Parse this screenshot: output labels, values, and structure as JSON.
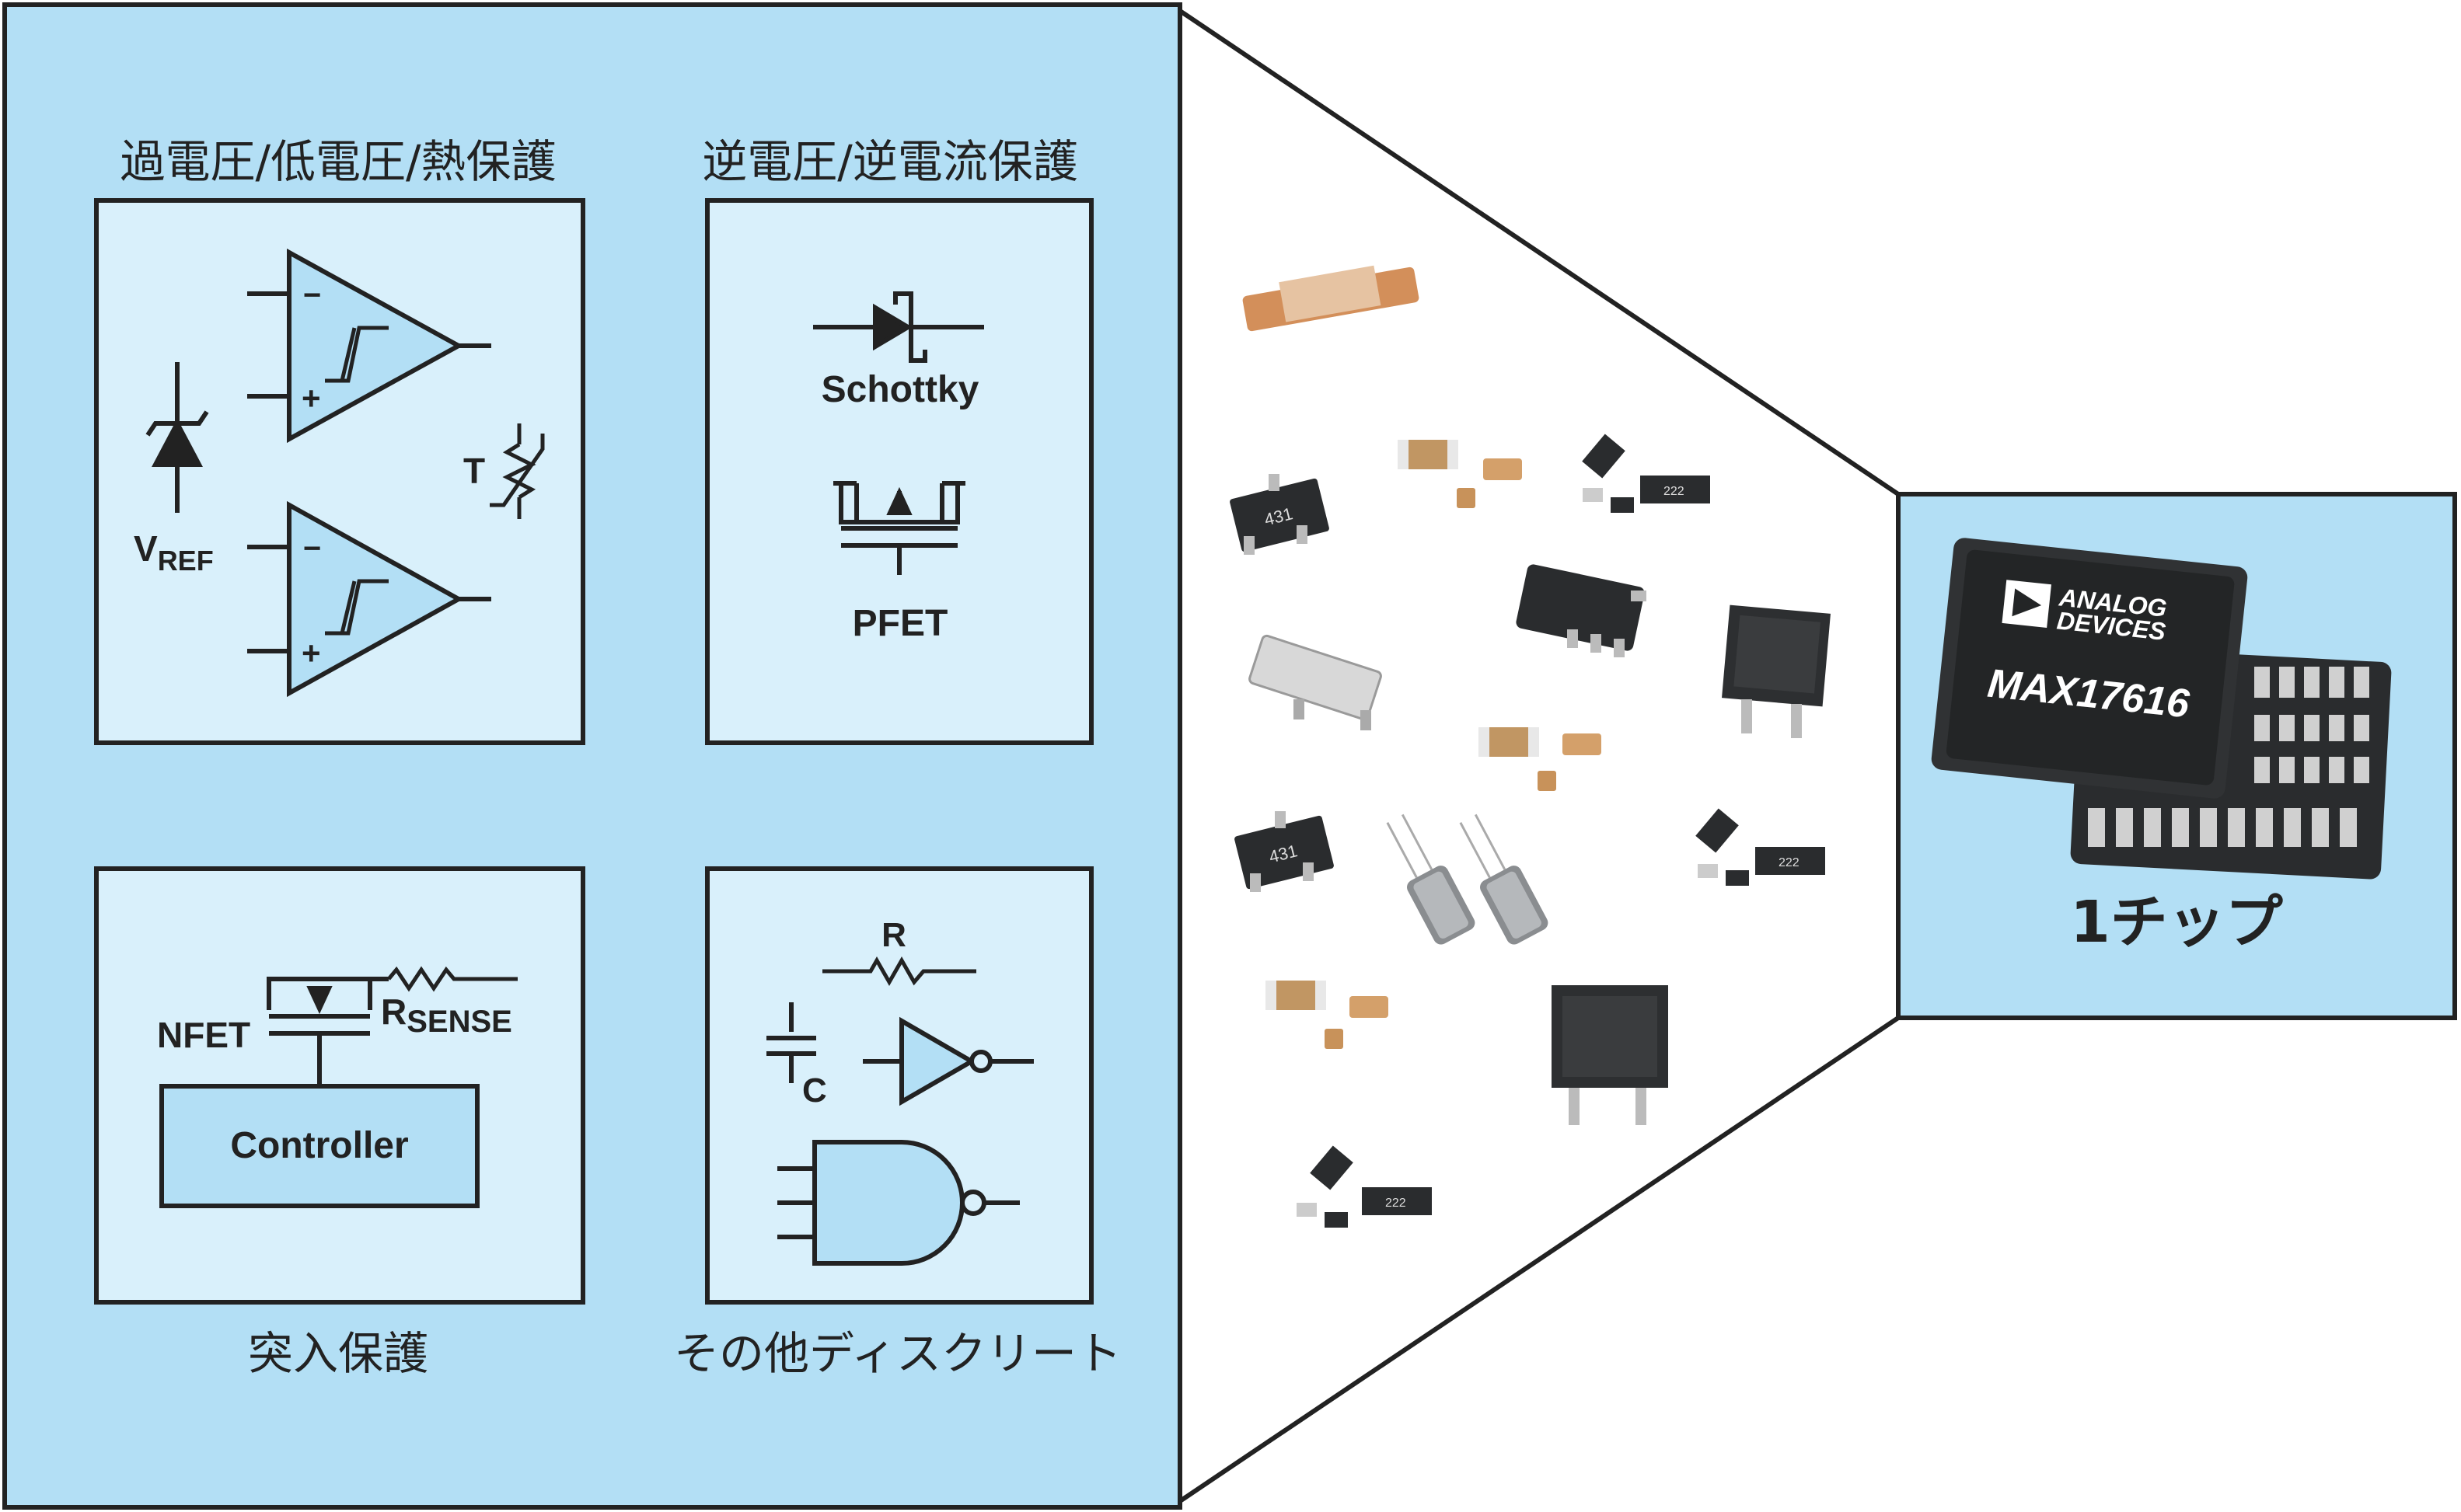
{
  "left_panel": {
    "voltage_title": "過電圧/低電圧/熱保護",
    "reverse_title": "逆電圧/逆電流保護",
    "inrush_title": "突入保護",
    "discrete_title": "その他ディスクリート",
    "vref_main": "V",
    "vref_sub": "REF",
    "thermistor_label": "T",
    "minus": "−",
    "plus": "+",
    "schottky_label": "Schottky",
    "pfet_label": "PFET",
    "nfet_label": "NFET",
    "rsense_main": "R",
    "rsense_sub": "SENSE",
    "controller_label": "Controller",
    "resistor_label": "R",
    "capacitor_label": "C"
  },
  "right_panel": {
    "brand_line1": "ANALOG",
    "brand_line2": "DEVICES",
    "chip_name": "MAX17616",
    "caption": "1チップ"
  },
  "component_labels": {
    "sot_marking": "431",
    "resistor_marking": "222"
  },
  "colors": {
    "panel_fill": "#b3dff5",
    "inner_box_fill": "#d9f0fb",
    "stroke": "#222222",
    "chip_body": "#2a2c2e",
    "copper": "#d38f5a"
  }
}
